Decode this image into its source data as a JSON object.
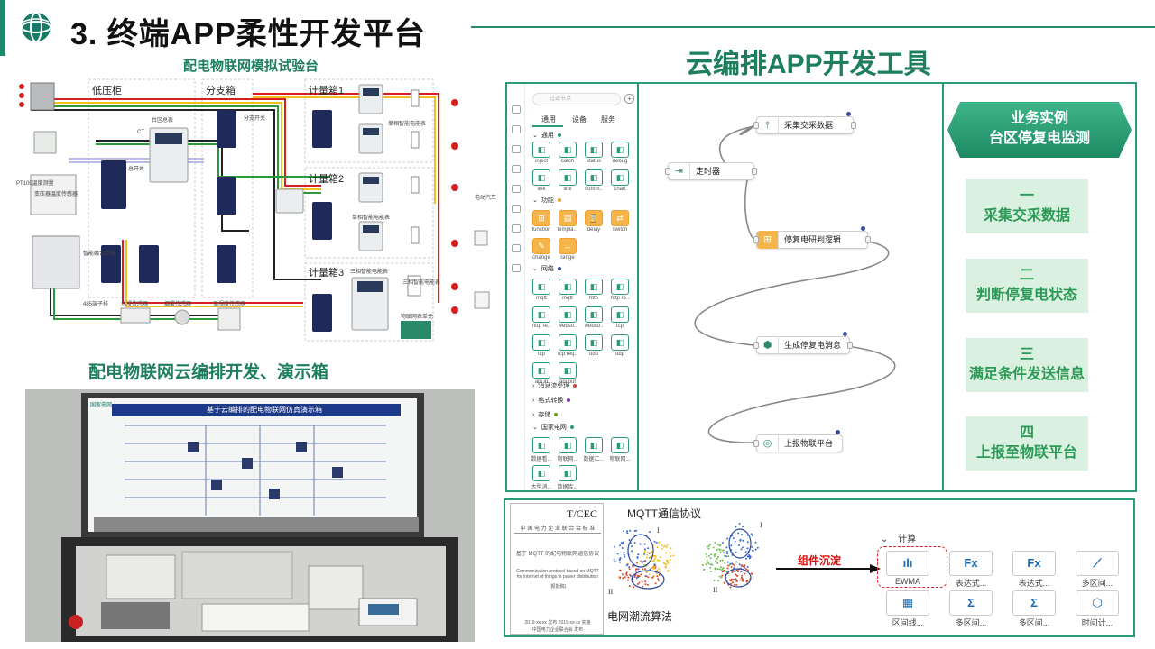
{
  "header": {
    "title": "3. 终端APP柔性开发平台"
  },
  "left": {
    "lab_title": "配电物联网模拟试验台",
    "demo_title": "配电物联网云编排开发、演示箱",
    "wiring": {
      "sections": [
        "低压柜",
        "分支箱",
        "计量箱1",
        "计量箱2",
        "计量箱3"
      ],
      "side_labels": [
        "CT",
        "PT100温度测量",
        "变压器温度传感器",
        "智能融合终端"
      ],
      "bottom_labels": [
        "485端子排",
        "水浸传感器",
        "烟雾传感器",
        "温湿度传感器"
      ],
      "small_labels": [
        "台区总表",
        "单相智能电能表",
        "单相智能电能表",
        "三相智能电能表",
        "三相智能电能表",
        "物联网表单元",
        "分支开关",
        "总开关",
        "电动汽车"
      ]
    },
    "photo": {
      "panel_title": "基于云编排的配电物联网仿真演示箱",
      "brand": "国家电网"
    }
  },
  "right": {
    "title": "云编排APP开发工具",
    "palette": {
      "search_placeholder": "过滤节点",
      "add": "+",
      "tabs": [
        "通用",
        "设备",
        "服务"
      ],
      "categories": {
        "general": "通用",
        "function": "功能",
        "network": "网络",
        "msgflow": "消息流处理",
        "format": "格式转换",
        "storage": "存储",
        "sgcc": "国家电网"
      },
      "arrows": {
        "open": "⌄",
        "closed": "›"
      },
      "nodes_general": [
        "inject",
        "catch",
        "status",
        "debug",
        "link",
        "link",
        "comm..",
        "chart"
      ],
      "nodes_function": [
        "function",
        "templa...",
        "delay",
        "switch",
        "change",
        "range"
      ],
      "nodes_network": [
        "mqtt",
        "mqtt",
        "http",
        "http re..",
        "http re..",
        "webso..",
        "webso..",
        "tcp",
        "tcp",
        "tcp req..",
        "udp",
        "udp",
        "api in",
        "api out"
      ],
      "nodes_sgcc": [
        "数据看...",
        "物联网...",
        "数据汇...",
        "物联网...",
        "大型消...",
        "数据库..."
      ]
    },
    "flow": {
      "nodes": [
        "采集交采数据",
        "定时器",
        "停复电研判逻辑",
        "生成停复电消息",
        "上报物联平台"
      ]
    },
    "business": {
      "banner_line1": "业务实例",
      "banner_line2": "台区停复电监测",
      "steps": [
        {
          "num": "一",
          "text": "采集交采数据"
        },
        {
          "num": "二",
          "text": "判断停复电状态"
        },
        {
          "num": "三",
          "text": "满足条件发送信息"
        },
        {
          "num": "四",
          "text": "上报至物联平台"
        }
      ]
    }
  },
  "bottom": {
    "doc": {
      "code": "T/CEC",
      "org": "中 国 电 力 企 业 联 合 会 标 准",
      "title": "基于 MQTT 的配电物联网通信协议",
      "en": "Communication protocol based on MQTT for internet of things in power distribution",
      "draft": "(报批稿)",
      "date": "2019-xx-xx 发布    2019-xx-xx 实施",
      "publisher": "中国电力企业联合会 发布"
    },
    "mqtt_label": "MQTT通信协议",
    "flow_label": "电网潮流算法",
    "scatter_marks": [
      "I",
      "II",
      "I",
      "II"
    ],
    "sediment_label": "组件沉淀",
    "calc_header": "计算",
    "calc_arrow": "⌄",
    "calc_items": [
      {
        "glyph": "ılı",
        "name": "EWMA"
      },
      {
        "glyph": "Fx",
        "name": "表达式..."
      },
      {
        "glyph": "Fx",
        "name": "表达式..."
      },
      {
        "glyph": "⟋",
        "name": "多区间..."
      },
      {
        "glyph": "▦",
        "name": "区间线..."
      },
      {
        "glyph": "Σ",
        "name": "多区间..."
      },
      {
        "glyph": "Σ",
        "name": "多区间..."
      },
      {
        "glyph": "⬡",
        "name": "时间计..."
      }
    ]
  }
}
